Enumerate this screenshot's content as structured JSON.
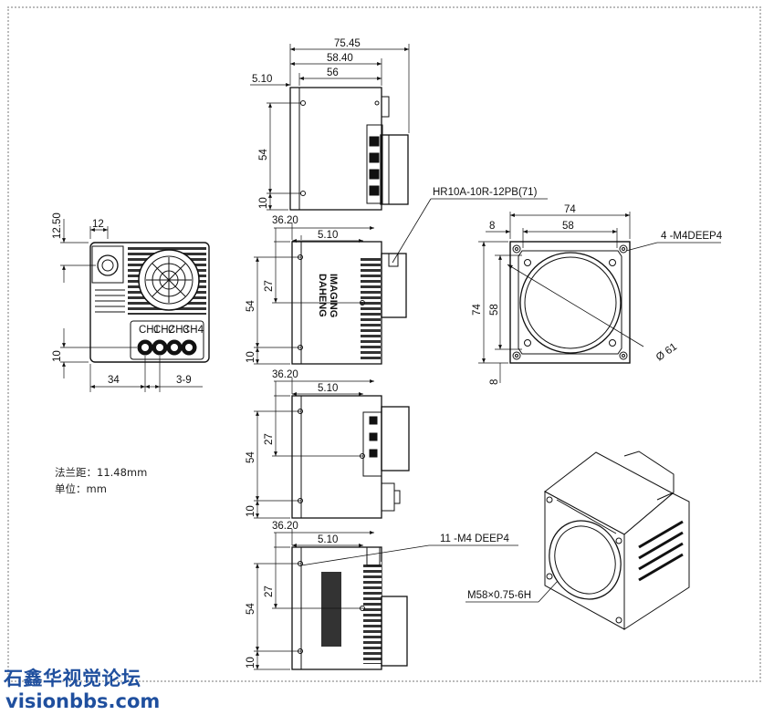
{
  "notes": {
    "flange_distance": "法兰距：11.48mm",
    "unit": "单位：mm"
  },
  "watermark": {
    "line1": "石鑫华视觉论坛",
    "line2": "visionbbs.com"
  },
  "callouts": {
    "connector": "HR10A-10R-12PB(71)",
    "front_holes": "4 -M4DEEP4",
    "side_holes": "11 -M4 DEEP4",
    "lens_thread": "M58×0.75-6H"
  },
  "brand": {
    "line1": "DAHENG",
    "line2": "IMAGING"
  },
  "rear_view": {
    "dims": {
      "top_offset": "12.50",
      "connector_x": "12",
      "bottom_offset": "10",
      "width": "34",
      "pitch": "3-9"
    },
    "channels": [
      "CH1",
      "CH2",
      "CH3",
      "CH4"
    ]
  },
  "side_view_top": {
    "dims": {
      "overall": "75.45",
      "body_fan": "58.40",
      "body": "56",
      "flange": "5.10",
      "height": "54",
      "bottom": "10"
    }
  },
  "side_view_2": {
    "dims": {
      "offset": "36.20",
      "flange": "5.10",
      "center": "27",
      "height": "54",
      "bottom": "10"
    }
  },
  "side_view_3": {
    "dims": {
      "offset": "36.20",
      "flange": "5.10",
      "center": "27",
      "height": "54",
      "bottom": "10"
    }
  },
  "side_view_4": {
    "dims": {
      "offset": "36.20",
      "flange": "5.10",
      "center": "27",
      "height": "54",
      "bottom": "10"
    }
  },
  "front_view": {
    "dims": {
      "width": "74",
      "hole_span": "58",
      "hole_offset": "8",
      "height": "74",
      "hole_span_v": "58",
      "bottom_offset": "8",
      "diameter": "Ø 61"
    }
  }
}
